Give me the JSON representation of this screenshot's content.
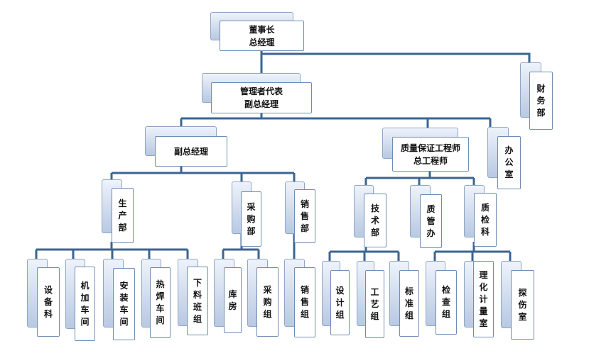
{
  "nodes": [
    {
      "id": "chairman",
      "text": "董事长\n总经理"
    },
    {
      "id": "finance",
      "text": "财\n务\n部"
    },
    {
      "id": "mgmt-rep",
      "text": "管理者代表\n副总经理"
    },
    {
      "id": "deputy-gm",
      "text": "副总经理"
    },
    {
      "id": "qa-engineer",
      "text": "质量保证工程师\n总工程师"
    },
    {
      "id": "office",
      "text": "办\n公\n室"
    },
    {
      "id": "production",
      "text": "生\n产\n部"
    },
    {
      "id": "purchasing",
      "text": "采\n购\n部"
    },
    {
      "id": "sales",
      "text": "销\n售\n部"
    },
    {
      "id": "technology",
      "text": "技\n术\n部"
    },
    {
      "id": "quality-mgmt",
      "text": "质\n管\n办"
    },
    {
      "id": "quality-inspection",
      "text": "质\n检\n科"
    },
    {
      "id": "equipment",
      "text": "设\n备\n科"
    },
    {
      "id": "machining",
      "text": "机\n加\n车\n间"
    },
    {
      "id": "assembly",
      "text": "安\n装\n车\n间"
    },
    {
      "id": "welding",
      "text": "热\n焊\n车\n间"
    },
    {
      "id": "cutting",
      "text": "下\n料\n班\n组"
    },
    {
      "id": "warehouse",
      "text": "库\n房"
    },
    {
      "id": "purchasing-group",
      "text": "采\n购\n组"
    },
    {
      "id": "sales-group",
      "text": "销\n售\n组"
    },
    {
      "id": "design-group",
      "text": "设\n计\n组"
    },
    {
      "id": "process-group",
      "text": "工\n艺\n组"
    },
    {
      "id": "standards-group",
      "text": "标\n准\n组"
    },
    {
      "id": "inspection-group",
      "text": "检\n查\n组"
    },
    {
      "id": "lab",
      "text": "理\n化\n计\n量\n室"
    },
    {
      "id": "ndt-room",
      "text": "探\n伤\n室"
    }
  ]
}
